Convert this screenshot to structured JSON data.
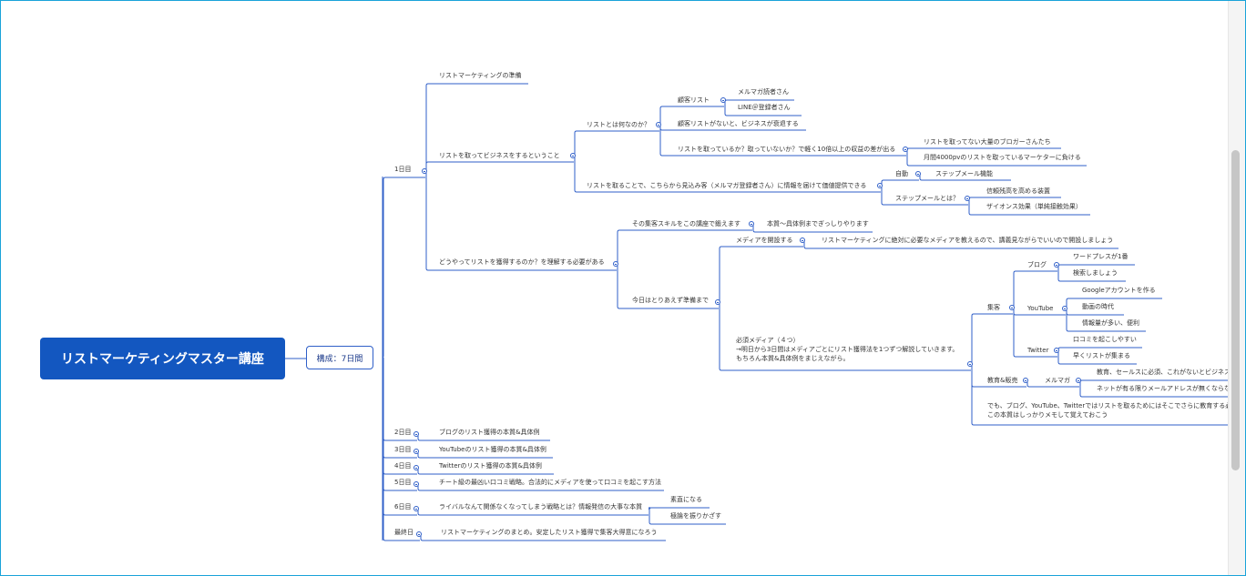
{
  "root_label": "リストマーケティングマスター講座",
  "hub_label": "構成：7日間",
  "nodes": [
    {
      "id": "day1",
      "text": "1日目"
    },
    {
      "id": "prep",
      "text": "リストマーケティングの準備"
    },
    {
      "id": "listbiz",
      "text": "リストを取ってビジネスをするということ"
    },
    {
      "id": "whatlist",
      "text": "リストとは何なのか？"
    },
    {
      "id": "custlist",
      "text": "顧客リスト"
    },
    {
      "id": "mailreaders",
      "text": "メルマガ読者さん"
    },
    {
      "id": "lineusers",
      "text": "LINE＠登録者さん"
    },
    {
      "id": "nolist",
      "text": "顧客リストがないと、ビジネスが衰退する"
    },
    {
      "id": "gap",
      "text": "リストを取っているか？取っていないか？で軽く10倍以上の収益の差が出る"
    },
    {
      "id": "blogger",
      "text": "リストを取ってない大量のブロガーさんたち"
    },
    {
      "id": "pv4000",
      "text": "月間4000pvのリストを取っているマーケターに負ける"
    },
    {
      "id": "value",
      "text": "リストを取ることで、こちらから見込み客（メルマガ登録者さん）に情報を届けて価値提供できる"
    },
    {
      "id": "auto",
      "text": "自動"
    },
    {
      "id": "stepfunc",
      "text": "ステップメール機能"
    },
    {
      "id": "stepmail",
      "text": "ステップメールとは？"
    },
    {
      "id": "trust",
      "text": "信頼残高を高める装置"
    },
    {
      "id": "zajonc",
      "text": "ザイオンス効果（単純接触効果）"
    },
    {
      "id": "howget",
      "text": "どうやってリストを獲得するのか？を理解する必要がある"
    },
    {
      "id": "skill",
      "text": "その集客スキルをこの講座で鍛えます"
    },
    {
      "id": "honshitsu",
      "text": "本質～具体例までぎっしりやります"
    },
    {
      "id": "today",
      "text": "今日はとりあえず準備まで"
    },
    {
      "id": "media",
      "text": "メディアを開設する"
    },
    {
      "id": "mediadesc",
      "text": "リストマーケティングに絶対に必要なメディアを教えるので、講義見ながらでいいので開設しましょう"
    },
    {
      "id": "required",
      "text": "必須メディア（４つ）\n→明日から3日間はメディアごとにリスト獲得法を1つずつ解説していきます。\nもちろん本質&具体例をまじえながら。"
    },
    {
      "id": "shukyaku",
      "text": "集客"
    },
    {
      "id": "blog",
      "text": "ブログ"
    },
    {
      "id": "wp",
      "text": "ワードプレスが1番"
    },
    {
      "id": "search",
      "text": "検索しましょう"
    },
    {
      "id": "youtube",
      "text": "YouTube"
    },
    {
      "id": "google",
      "text": "Googleアカウントを作る"
    },
    {
      "id": "douga",
      "text": "動画の時代"
    },
    {
      "id": "joho",
      "text": "情報量が多い、便利"
    },
    {
      "id": "twitter",
      "text": "Twitter"
    },
    {
      "id": "kuchikomi",
      "text": "口コミを起こしやすい"
    },
    {
      "id": "hayaku",
      "text": "早くリストが集まる"
    },
    {
      "id": "kyoiku",
      "text": "教育&販売"
    },
    {
      "id": "merumaga",
      "text": "メルマガ"
    },
    {
      "id": "kyoikusales",
      "text": "教育、セールスに必須、これがないとビジネスが"
    },
    {
      "id": "net",
      "text": "ネットが有る限りメールアドレスが無くならな"
    },
    {
      "id": "demo",
      "text": "でも、ブログ、YouTube、Twitterではリストを取るためにはそこでさらに教育する必\nこの本質はしっかりメモして覚えておこう"
    },
    {
      "id": "day2",
      "text": "2日目"
    },
    {
      "id": "day2t",
      "text": "ブログのリスト獲得の本質&具体例"
    },
    {
      "id": "day3",
      "text": "3日目"
    },
    {
      "id": "day3t",
      "text": "YouTubeのリスト獲得の本質&具体例"
    },
    {
      "id": "day4",
      "text": "4日目"
    },
    {
      "id": "day4t",
      "text": "Twitterのリスト獲得の本質&具体例"
    },
    {
      "id": "day5",
      "text": "5日目"
    },
    {
      "id": "day5t",
      "text": "チート級の最凶い口コミ戦略。合法的にメディアを使って口コミを起こす方法"
    },
    {
      "id": "day6",
      "text": "6日目"
    },
    {
      "id": "day6t",
      "text": "ライバルなんて関係なくなってしまう戦略とは？情報発信の大事な本質"
    },
    {
      "id": "sunao",
      "text": "素直になる"
    },
    {
      "id": "kyokuron",
      "text": "極論を振りかざす"
    },
    {
      "id": "last",
      "text": "最終日"
    },
    {
      "id": "lastt",
      "text": "リストマーケティングのまとめ。安定したリスト獲得で集客大得意になろう"
    }
  ]
}
